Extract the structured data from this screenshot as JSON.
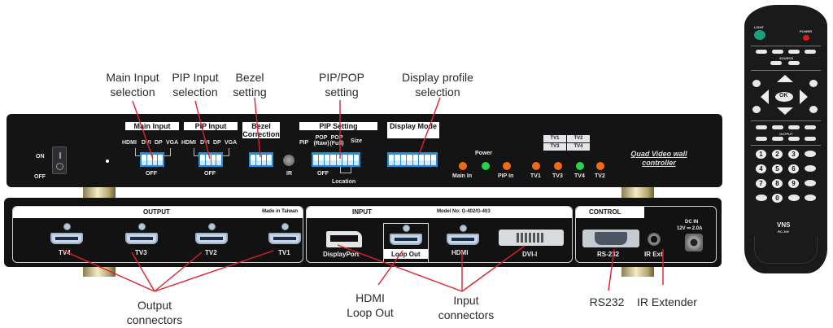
{
  "callouts": {
    "main_input": "Main Input selection",
    "pip_input": "PIP Input selection",
    "bezel": "Bezel setting",
    "pip_pop": "PIP/POP setting",
    "display_profile": "Display profile selection",
    "output_connectors": "Output connectors",
    "hdmi_loop_out": "HDMI Loop Out",
    "input_connectors": "Input connectors",
    "rs232": "RS232",
    "ir_extender": "IR Extender"
  },
  "front_panel": {
    "power_switch": {
      "on": "ON",
      "off": "OFF"
    },
    "main_input": {
      "title": "Main Input",
      "options": [
        "HDMI",
        "DVI",
        "DP",
        "VGA"
      ],
      "off": "OFF"
    },
    "pip_input": {
      "title": "PIP Input",
      "options": [
        "HDMI",
        "DVI",
        "DP",
        "VGA"
      ],
      "off": "OFF"
    },
    "bezel": {
      "title": "Bezel Correction"
    },
    "ir": "IR",
    "pip_setting": {
      "title": "PIP Setting",
      "pip": "PIP",
      "pop_raw": "POP (Raw)",
      "pop_full": "POP (Full)",
      "size": "Size",
      "off": "OFF",
      "location": "Location"
    },
    "display_mode": {
      "title": "Display Mode"
    },
    "leds": {
      "power": "Power",
      "main_in": "Main In",
      "pip_in": "PIP In",
      "tv": [
        "TV1",
        "TV3",
        "TV4",
        "TV2"
      ]
    },
    "tv_layout": [
      "TV1",
      "TV2",
      "TV3",
      "TV4"
    ],
    "brand": "Quad Video wall controller",
    "colors": {
      "led_orange": "#f36a12",
      "led_green": "#27d34a",
      "dip_blue": "#1f8fe0"
    }
  },
  "rear_panel": {
    "output": {
      "title": "OUTPUT",
      "made_in": "Made in Taiwan",
      "ports": [
        "TV4",
        "TV3",
        "TV2",
        "TV1"
      ]
    },
    "input": {
      "title": "INPUT",
      "model": "Model No: G-402/G-403",
      "ports": [
        "DisplayPort",
        "Loop Out",
        "HDMI",
        "DVI-I"
      ]
    },
    "control": {
      "title": "CONTROL",
      "rs232": "RS-232",
      "ir_ext": "IR Ext",
      "dc_in": "DC IN",
      "dc_rating": "12V ⎓ 2.0A"
    }
  },
  "remote": {
    "light": "LIGHT",
    "power": "POWER",
    "source": "SOURCE",
    "output": "OUTPUT",
    "ok": "OK",
    "numbers": [
      "1",
      "2",
      "3",
      "4",
      "5",
      "6",
      "7",
      "8",
      "9",
      "0"
    ],
    "brand": "VNS",
    "model": "RC-100",
    "colors": {
      "light": "#19a07e",
      "power": "#e3161b"
    }
  }
}
